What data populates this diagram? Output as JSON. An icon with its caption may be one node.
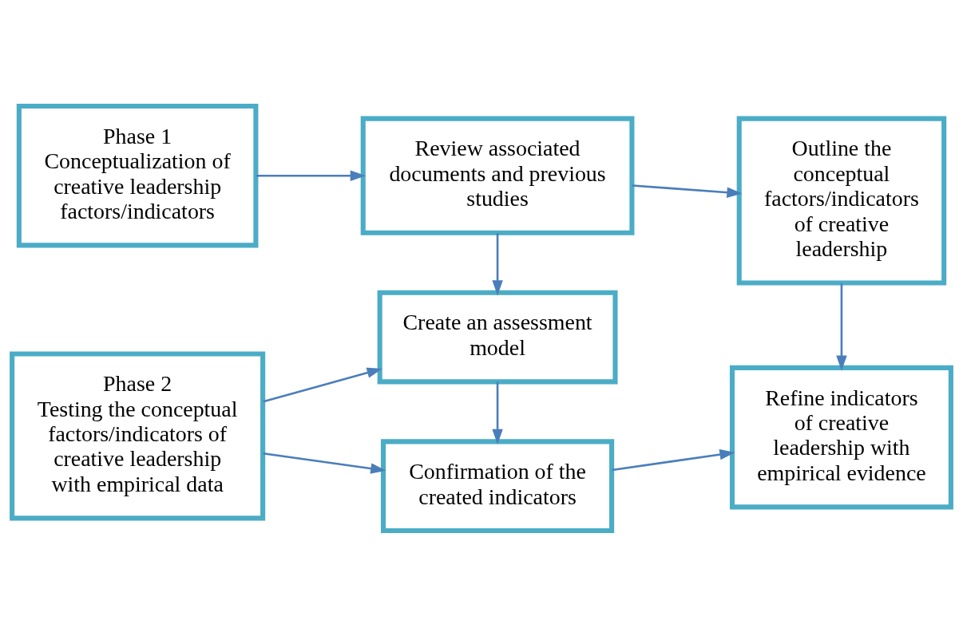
{
  "diagram": {
    "nodes": [
      {
        "text": [
          "Phase 1",
          "Conceptualization of creative leadership factors/indicators"
        ]
      },
      {
        "text": [
          "Review associated documents and previous studies"
        ]
      },
      {
        "text": [
          "Outline the conceptual factors/indicators of creative leadership"
        ]
      },
      {
        "text": [
          "Create an assessment model"
        ]
      },
      {
        "text": [
          "Phase 2",
          "Testing the conceptual factors/indicators of creative leadership with empirical data"
        ]
      },
      {
        "text": [
          "Confirmation of the created indicators"
        ]
      },
      {
        "text": [
          "Refine indicators of creative leadership with empirical evidence"
        ]
      }
    ],
    "edges": [
      {
        "from": 0,
        "to": 1,
        "arrow": "to"
      },
      {
        "from": 1,
        "to": 2,
        "arrow": "to"
      },
      {
        "from": 1,
        "to": 3,
        "arrow": "to"
      },
      {
        "from": 2,
        "to": 6,
        "arrow": "to"
      },
      {
        "from": 4,
        "to": 3,
        "arrow": "to"
      },
      {
        "from": 4,
        "to": 5,
        "arrow": "to"
      },
      {
        "from": 3,
        "to": 5,
        "arrow": "to"
      },
      {
        "from": 5,
        "to": 6,
        "arrow": "to"
      }
    ]
  }
}
